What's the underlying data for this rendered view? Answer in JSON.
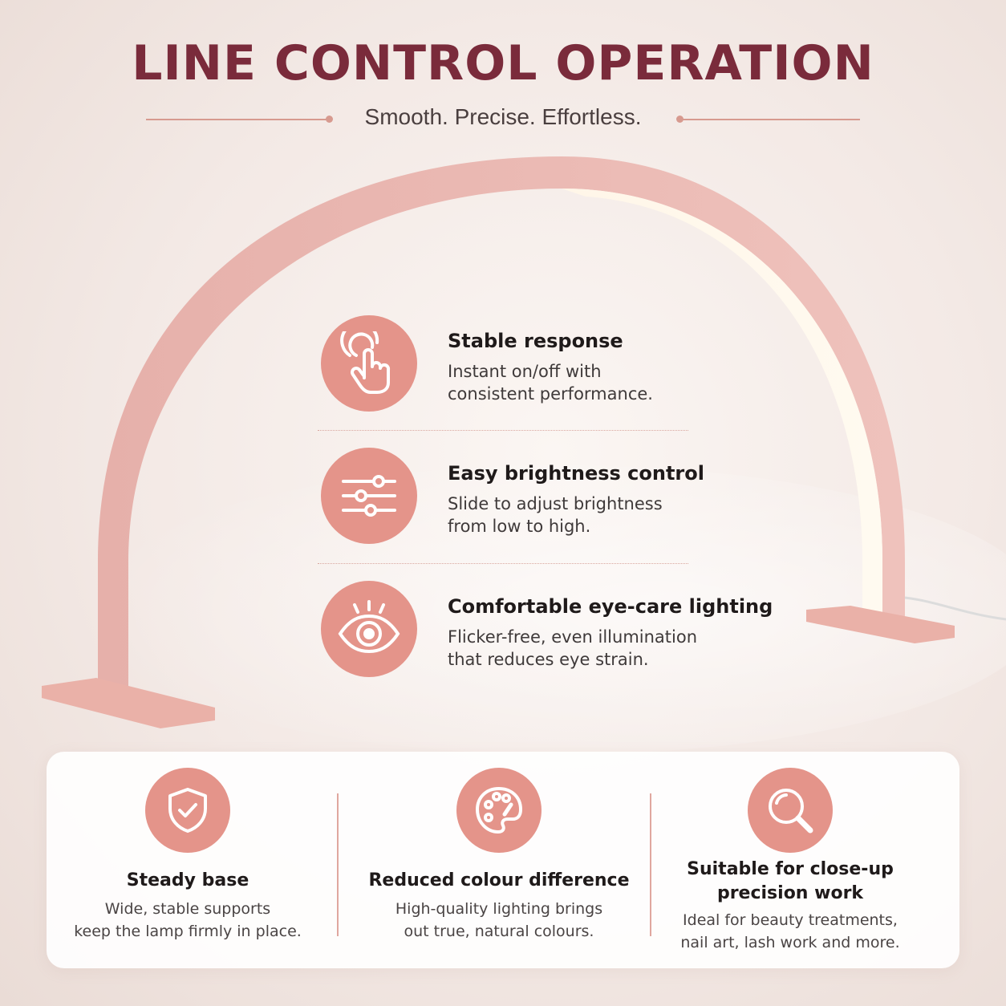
{
  "header": {
    "title": "LINE CONTROL OPERATION",
    "subtitle": "Smooth. Precise. Effortless."
  },
  "colors": {
    "accent": "#e4948a",
    "title": "#7a2b3b",
    "lamp": "#e8a89d"
  },
  "features": [
    {
      "icon": "touch-hand-icon",
      "title": "Stable response",
      "desc_line1": "Instant on/off with",
      "desc_line2": "consistent performance."
    },
    {
      "icon": "sliders-icon",
      "title": "Easy brightness control",
      "desc_line1": "Slide to adjust brightness",
      "desc_line2": "from low to high."
    },
    {
      "icon": "eye-icon",
      "title": "Comfortable eye-care lighting",
      "desc_line1": "Flicker-free, even illumination",
      "desc_line2": "that reduces eye strain."
    }
  ],
  "panel": {
    "items": [
      {
        "icon": "shield-check-icon",
        "title_line1": "Steady base",
        "title_line2": "",
        "desc_line1": "Wide, stable supports",
        "desc_line2": "keep the lamp firmly in place."
      },
      {
        "icon": "palette-icon",
        "title_line1": "Reduced colour difference",
        "title_line2": "",
        "desc_line1": "High-quality lighting brings",
        "desc_line2": "out true, natural colours."
      },
      {
        "icon": "magnifier-icon",
        "title_line1": "Suitable for close-up",
        "title_line2": "precision work",
        "desc_line1": "Ideal for beauty treatments,",
        "desc_line2": "nail art, lash work and more."
      }
    ]
  }
}
